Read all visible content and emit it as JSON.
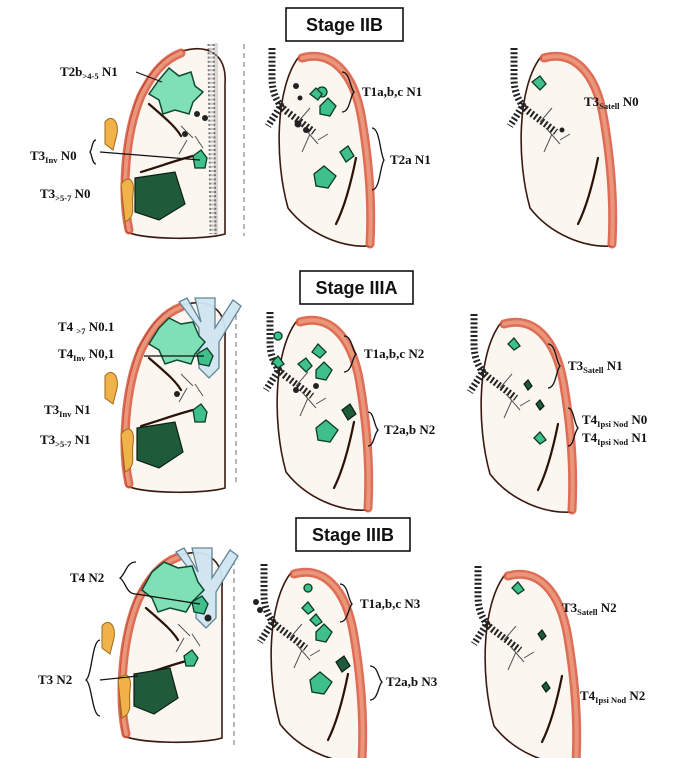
{
  "stages": [
    {
      "title": "Stage IIB",
      "left": [
        {
          "base": "T2b",
          "sub": ">4-5",
          "tail": " N1"
        },
        {
          "base": "T3",
          "sub": "Inv",
          "tail": " N0"
        },
        {
          "base": "T3",
          "sub": ">5-7",
          "tail": " N0"
        }
      ],
      "middle": [
        {
          "base": "T1a,b,c N1",
          "sub": "",
          "tail": ""
        },
        {
          "base": "T2a N1",
          "sub": "",
          "tail": ""
        }
      ],
      "right": [
        {
          "base": "T3",
          "sub": "Satell",
          "tail": " N0"
        }
      ]
    },
    {
      "title": "Stage IIIA",
      "left": [
        {
          "base": "T4 ",
          "sub": ">7",
          "tail": " N0.1"
        },
        {
          "base": "T4",
          "sub": "Inv",
          "tail": " N0,1"
        },
        {
          "base": "T3",
          "sub": "Inv",
          "tail": " N1"
        },
        {
          "base": "T3",
          "sub": ">5-7",
          "tail": " N1"
        }
      ],
      "middle": [
        {
          "base": "T1a,b,c N2",
          "sub": "",
          "tail": ""
        },
        {
          "base": "T2a,b N2",
          "sub": "",
          "tail": ""
        }
      ],
      "right": [
        {
          "base": "T3",
          "sub": "Satell",
          "tail": " N1"
        },
        {
          "base": "T4",
          "sub": "Ipsi Nod",
          "tail": " N0"
        },
        {
          "base": "T4",
          "sub": "Ipsi Nod",
          "tail": " N1"
        }
      ]
    },
    {
      "title": "Stage IIIB",
      "left": [
        {
          "base": "T4 N2",
          "sub": "",
          "tail": ""
        },
        {
          "base": "T3 N2",
          "sub": "",
          "tail": ""
        }
      ],
      "middle": [
        {
          "base": "T1a,b,c N3",
          "sub": "",
          "tail": ""
        },
        {
          "base": "T2a,b N3",
          "sub": "",
          "tail": ""
        }
      ],
      "right": [
        {
          "base": "T3",
          "sub": "Satell",
          "tail": " N2"
        },
        {
          "base": "T4",
          "sub": "Ipsi Nod",
          "tail": " N2"
        }
      ]
    }
  ]
}
